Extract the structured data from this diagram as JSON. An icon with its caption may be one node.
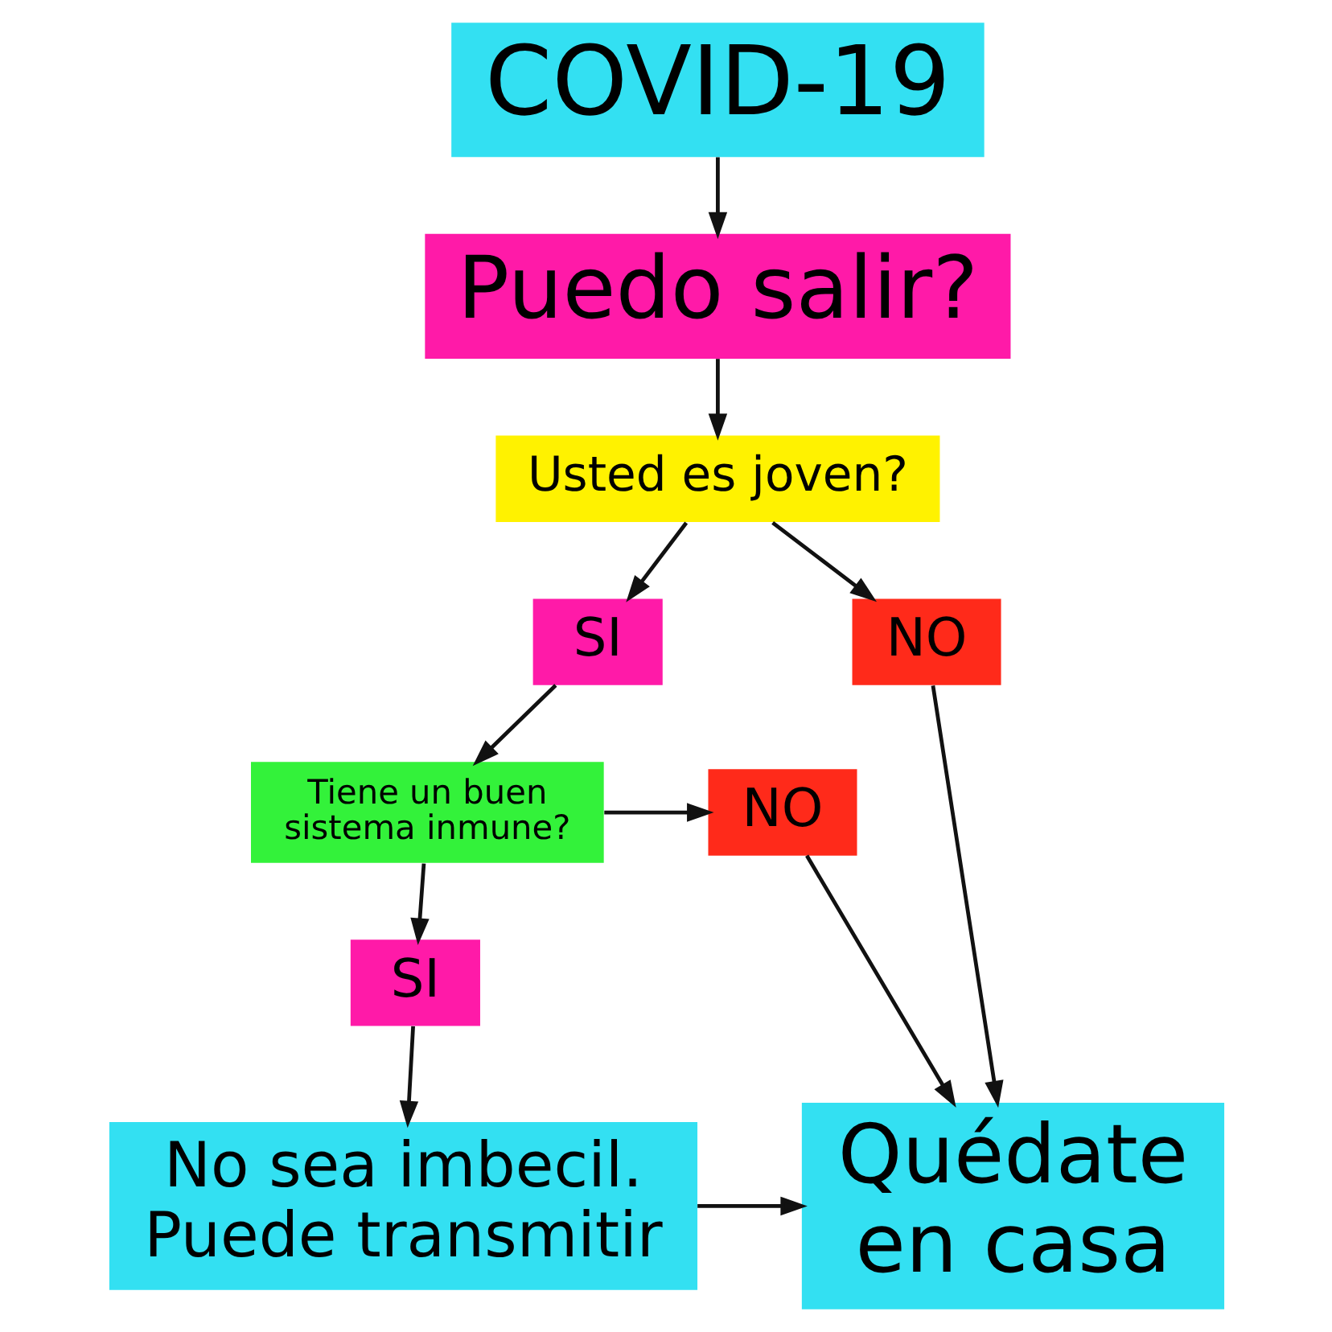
{
  "diagram": {
    "nodes": [
      {
        "text": [
          "COVID-19"
        ]
      },
      {
        "text": [
          "Puedo salir?"
        ]
      },
      {
        "text": [
          "Usted es joven?"
        ]
      },
      {
        "text": [
          "NO"
        ]
      },
      {
        "text": [
          "SI"
        ]
      },
      {
        "text": [
          "Tiene un buen sistema inmune?"
        ]
      },
      {
        "text": [
          "NO"
        ]
      },
      {
        "text": [
          "SI"
        ]
      },
      {
        "text": [
          "Quédate en casa"
        ]
      },
      {
        "text": [
          "No sea imbecil. Puede transmitir"
        ]
      }
    ],
    "edges": [
      {
        "from": 0,
        "to": 1,
        "arrow": "to"
      },
      {
        "from": 1,
        "to": 2,
        "arrow": "to"
      },
      {
        "from": 2,
        "to": 3,
        "arrow": "to"
      },
      {
        "from": 2,
        "to": 4,
        "arrow": "to"
      },
      {
        "from": 4,
        "to": 5,
        "arrow": "to"
      },
      {
        "from": 5,
        "to": 6,
        "arrow": "to"
      },
      {
        "from": 3,
        "to": 8,
        "arrow": "to"
      },
      {
        "from": 6,
        "to": 8,
        "arrow": "to"
      },
      {
        "from": 5,
        "to": 7,
        "arrow": "to"
      },
      {
        "from": 7,
        "to": 9,
        "arrow": "to"
      },
      {
        "from": 9,
        "to": 8,
        "arrow": "to"
      }
    ]
  }
}
